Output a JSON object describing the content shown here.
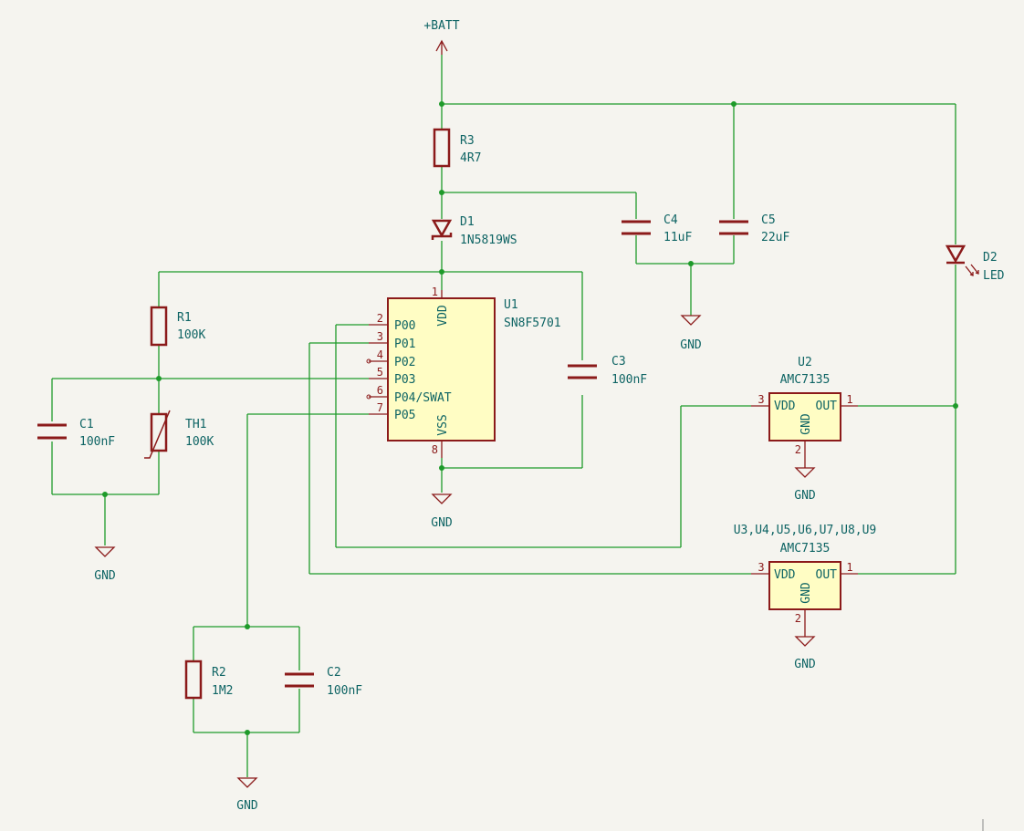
{
  "power": {
    "batt": "+BATT",
    "gnd": "GND"
  },
  "r3": {
    "ref": "R3",
    "value": "4R7"
  },
  "d1": {
    "ref": "D1",
    "value": "1N5819WS"
  },
  "c4": {
    "ref": "C4",
    "value": "11uF"
  },
  "c5": {
    "ref": "C5",
    "value": "22uF"
  },
  "d2": {
    "ref": "D2",
    "value": "LED"
  },
  "r1": {
    "ref": "R1",
    "value": "100K"
  },
  "th1": {
    "ref": "TH1",
    "value": "100K"
  },
  "c1": {
    "ref": "C1",
    "value": "100nF"
  },
  "c3": {
    "ref": "C3",
    "value": "100nF"
  },
  "r2": {
    "ref": "R2",
    "value": "1M2"
  },
  "c2": {
    "ref": "C2",
    "value": "100nF"
  },
  "u1": {
    "ref": "U1",
    "value": "SN8F5701",
    "vdd": "VDD",
    "vss": "VSS",
    "vdd_pin": "1",
    "vss_pin": "8",
    "pins": [
      {
        "num": "2",
        "name": "P00"
      },
      {
        "num": "3",
        "name": "P01"
      },
      {
        "num": "4",
        "name": "P02"
      },
      {
        "num": "5",
        "name": "P03"
      },
      {
        "num": "6",
        "name": "P04/SWAT"
      },
      {
        "num": "7",
        "name": "P05"
      }
    ]
  },
  "u2": {
    "ref": "U2",
    "value": "AMC7135",
    "vdd": "VDD",
    "out": "OUT",
    "gnd": "GND",
    "p3": "3",
    "p1": "1",
    "p2": "2"
  },
  "u3": {
    "ref": "U3,U4,U5,U6,U7,U8,U9",
    "value": "AMC7135",
    "vdd": "VDD",
    "out": "OUT",
    "gnd": "GND",
    "p3": "3",
    "p1": "1",
    "p2": "2"
  }
}
